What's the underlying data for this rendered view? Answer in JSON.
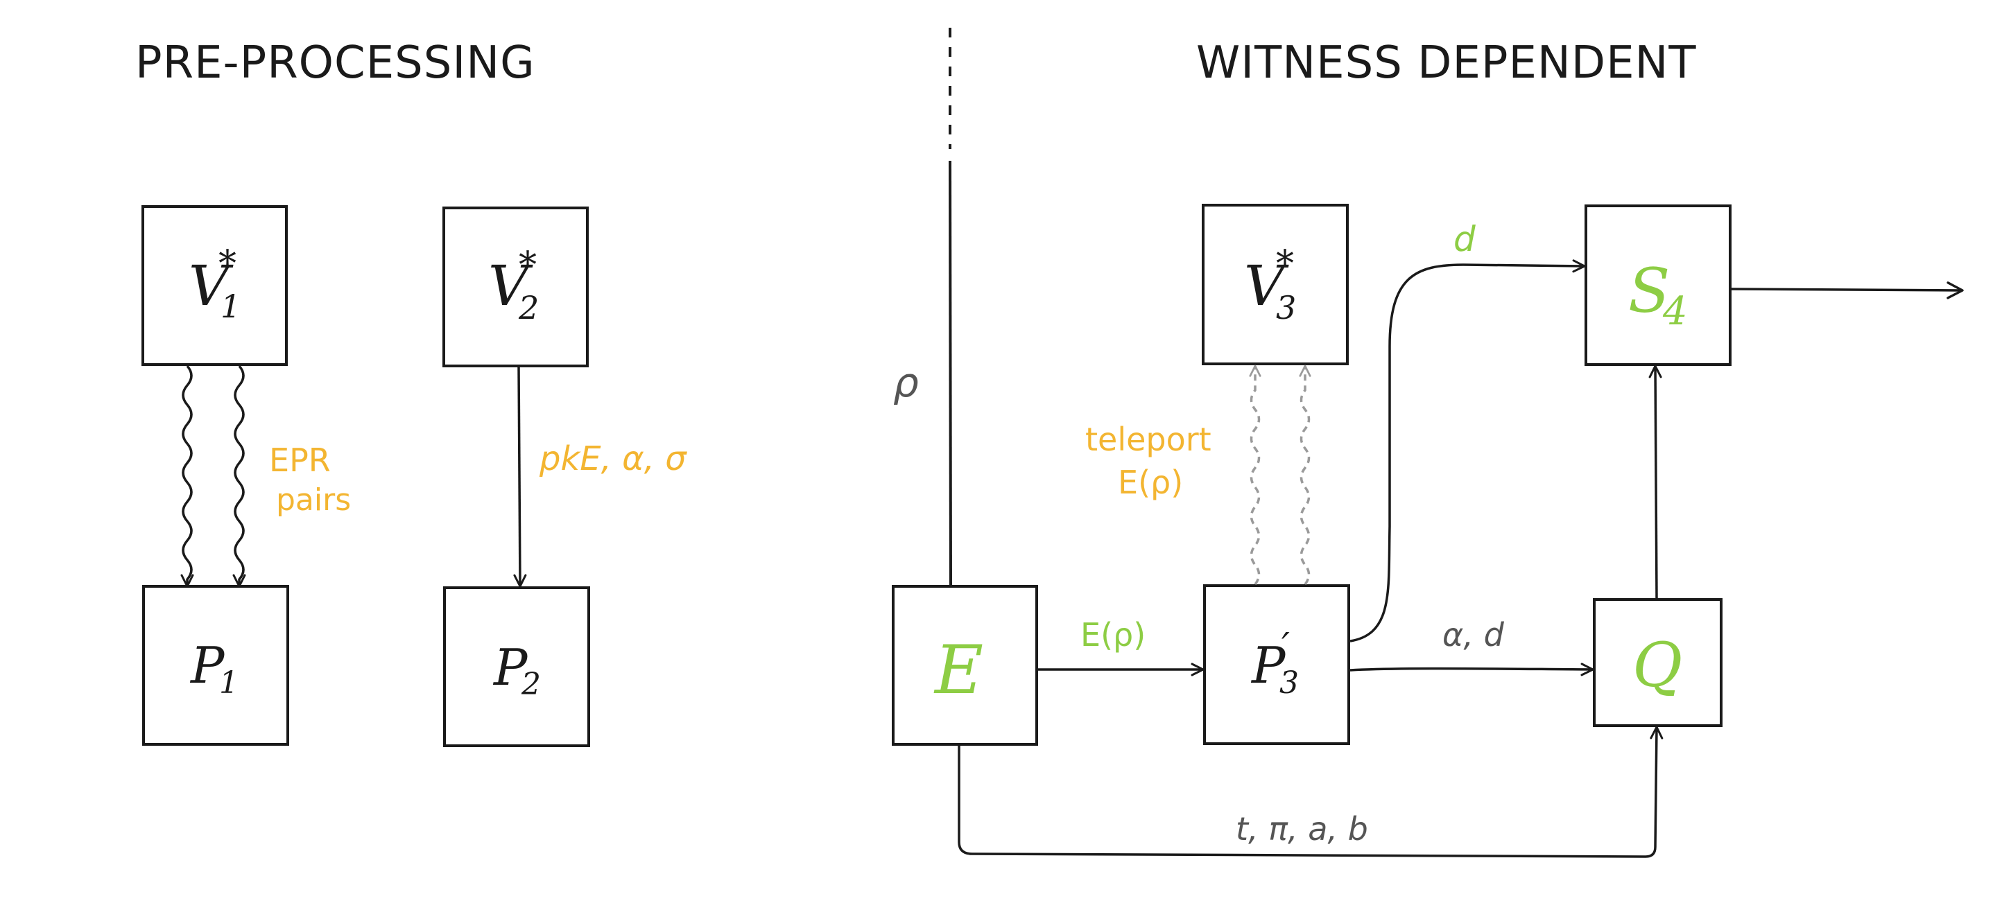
{
  "colors": {
    "ink": "#1a1a1a",
    "green": "#8dcd44",
    "orange": "#f3b531",
    "gray": "#9a9a9a",
    "dark_gray": "#555555"
  },
  "sections": {
    "left_title": "PRE-PROCESSING",
    "right_title": "WITNESS DEPENDENT"
  },
  "nodes": {
    "v1": {
      "main": "V",
      "sub": "1",
      "sup": "*"
    },
    "v2": {
      "main": "V",
      "sub": "2",
      "sup": "*"
    },
    "p1": {
      "main": "P",
      "sub": "1"
    },
    "p2": {
      "main": "P",
      "sub": "2"
    },
    "e": {
      "main": "E"
    },
    "v3": {
      "main": "V",
      "sub": "3",
      "sup": "*"
    },
    "p3": {
      "main": "P",
      "sub": "3",
      "sup": "′"
    },
    "s4": {
      "main": "S",
      "sub": "4"
    },
    "q": {
      "main": "Q"
    }
  },
  "edge_labels": {
    "epr_line1": "EPR",
    "epr_line2": "pairs",
    "pk": "pkE, α, σ",
    "rho": "ρ",
    "teleport_line1": "teleport",
    "teleport_line2": "E(ρ)",
    "e_to_p3": "E(ρ)",
    "d": "d",
    "alpha_d": "α, d",
    "bottom": "t, π, a, b"
  }
}
